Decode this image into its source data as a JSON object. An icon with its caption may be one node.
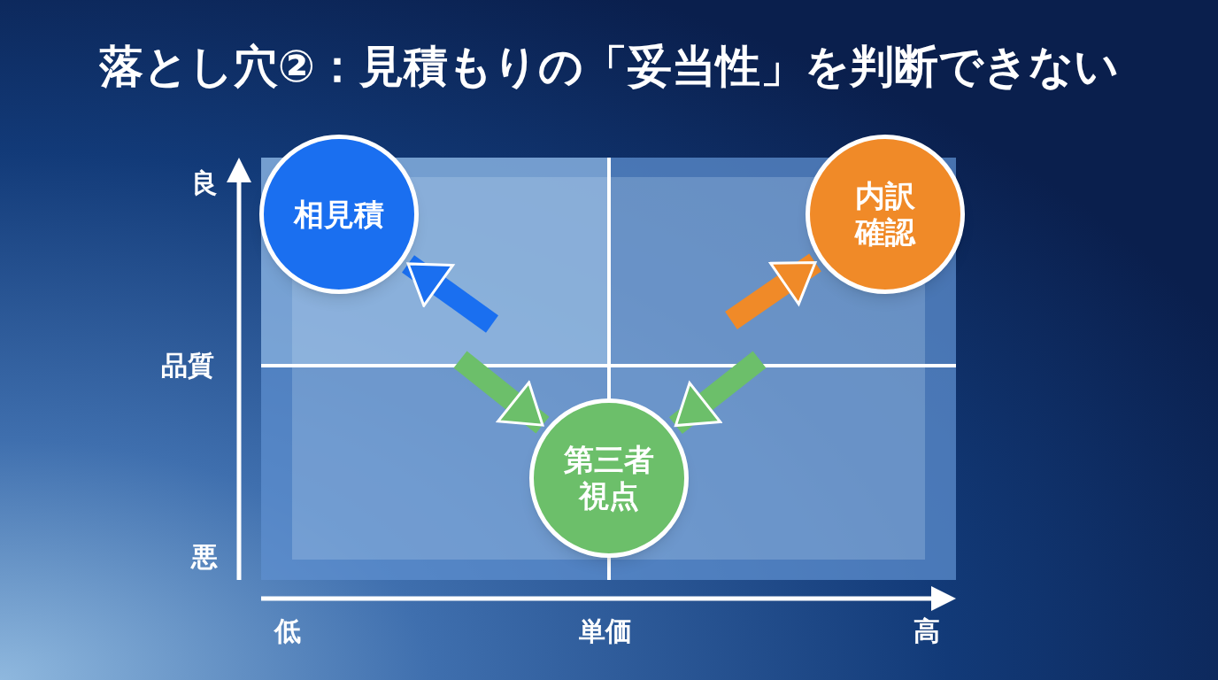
{
  "diagram": {
    "title": "落とし穴②：見積もりの「妥当性」を判断できない",
    "nodes": [
      {
        "text": [
          "相見積"
        ]
      },
      {
        "text": [
          "内訳確認"
        ]
      },
      {
        "text": [
          "第三者視点"
        ]
      }
    ],
    "edges": [
      {
        "from": null,
        "to": 0,
        "arrow": "to",
        "color": "#1a6ff0"
      },
      {
        "from": null,
        "to": 1,
        "arrow": "to",
        "color": "#f08a28"
      },
      {
        "from": null,
        "to": 2,
        "arrow": "to",
        "color": "#6cbf6a"
      },
      {
        "from": null,
        "to": 2,
        "arrow": "to",
        "color": "#6cbf6a"
      }
    ],
    "labels": [
      "良",
      "品質",
      "悪",
      "低",
      "単価",
      "高"
    ]
  }
}
